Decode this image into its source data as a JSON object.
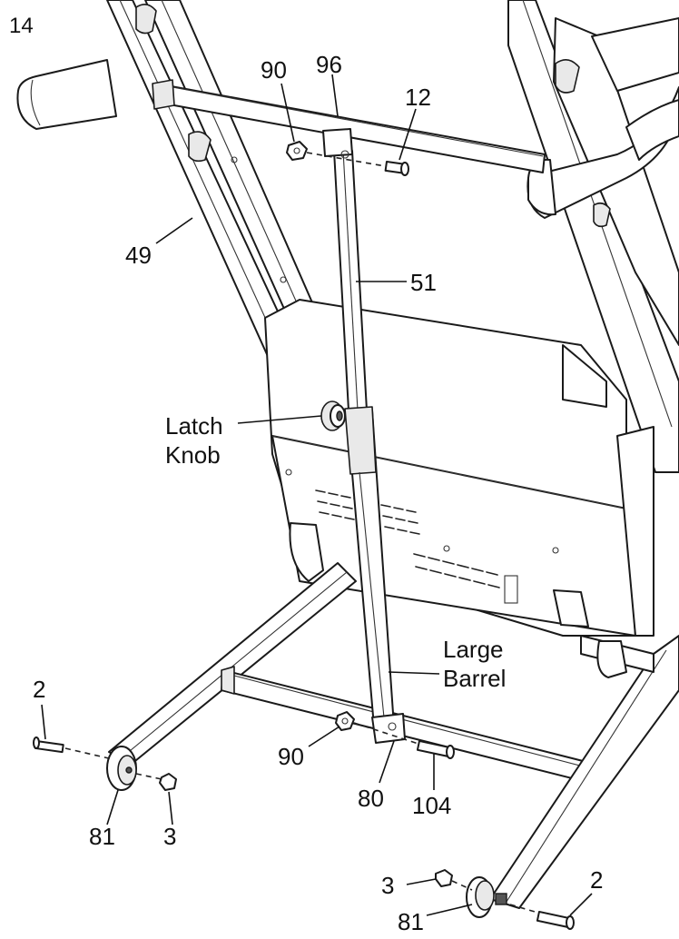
{
  "step_number": "14",
  "labels": {
    "p90_top": "90",
    "p96": "96",
    "p12": "12",
    "p49": "49",
    "p51": "51",
    "latch_line1": "Latch",
    "latch_line2": "Knob",
    "barrel_line1": "Large",
    "barrel_line2": "Barrel",
    "p2_left": "2",
    "p90_bottom": "90",
    "p80": "80",
    "p104": "104",
    "p81_left": "81",
    "p3_left": "3",
    "p3_right": "3",
    "p2_right": "2",
    "p81_right": "81"
  }
}
